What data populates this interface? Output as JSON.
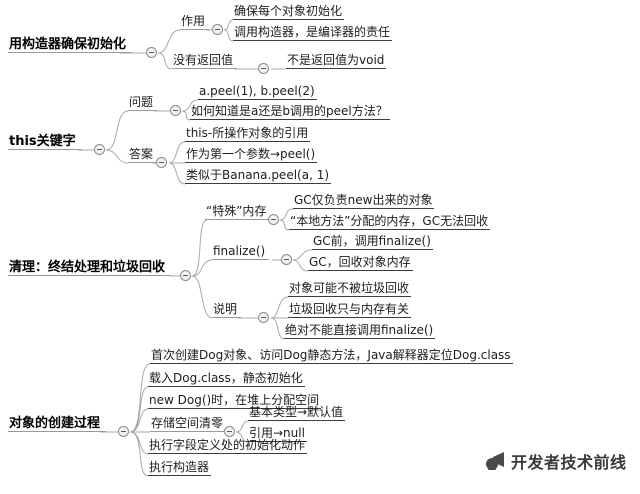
{
  "colors": {
    "link_line": "#a8a8a8",
    "node_text": "#1c1c1c"
  },
  "watermark": {
    "label": "开发者技术前线"
  },
  "tree": [
    {
      "label": "用构造器确保初始化",
      "children": [
        {
          "label": "作用",
          "children": [
            {
              "label": "确保每个对象初始化"
            },
            {
              "label": "调用构造器，是编译器的责任"
            }
          ]
        },
        {
          "label": "没有返回值",
          "children": [
            {
              "label": "不是返回值为void"
            }
          ]
        }
      ]
    },
    {
      "label": "this关键字",
      "children": [
        {
          "label": "问题",
          "children": [
            {
              "label": "a.peel(1), b.peel(2)"
            },
            {
              "label": "如何知道是a还是b调用的peel方法？"
            }
          ]
        },
        {
          "label": "答案",
          "children": [
            {
              "label": "this-所操作对象的引用"
            },
            {
              "label": "作为第一个参数→peel()"
            },
            {
              "label": "类似于Banana.peel(a, 1)"
            }
          ]
        }
      ]
    },
    {
      "label": "清理：终结处理和垃圾回收",
      "children": [
        {
          "label": "“特殊”内存",
          "children": [
            {
              "label": "GC仅负责new出来的对象"
            },
            {
              "label": "“本地方法”分配的内存，GC无法回收"
            }
          ]
        },
        {
          "label": "finalize()",
          "children": [
            {
              "label": "GC前，调用finalize()"
            },
            {
              "label": "GC，回收对象内存"
            }
          ]
        },
        {
          "label": "说明",
          "children": [
            {
              "label": "对象可能不被垃圾回收"
            },
            {
              "label": "垃圾回收只与内存有关"
            },
            {
              "label": "绝对不能直接调用finalize()"
            }
          ]
        }
      ]
    },
    {
      "label": "对象的创建过程",
      "children": [
        {
          "label": "首次创建Dog对象、访问Dog静态方法，Java解释器定位Dog.class"
        },
        {
          "label": "载入Dog.class，静态初始化"
        },
        {
          "label": "new Dog()时，在堆上分配空间"
        },
        {
          "label": "存储空间清零",
          "children": [
            {
              "label": "基本类型→默认值"
            },
            {
              "label": "引用→null"
            }
          ]
        },
        {
          "label": "执行字段定义处的初始化动作"
        },
        {
          "label": "执行构造器"
        }
      ]
    }
  ]
}
